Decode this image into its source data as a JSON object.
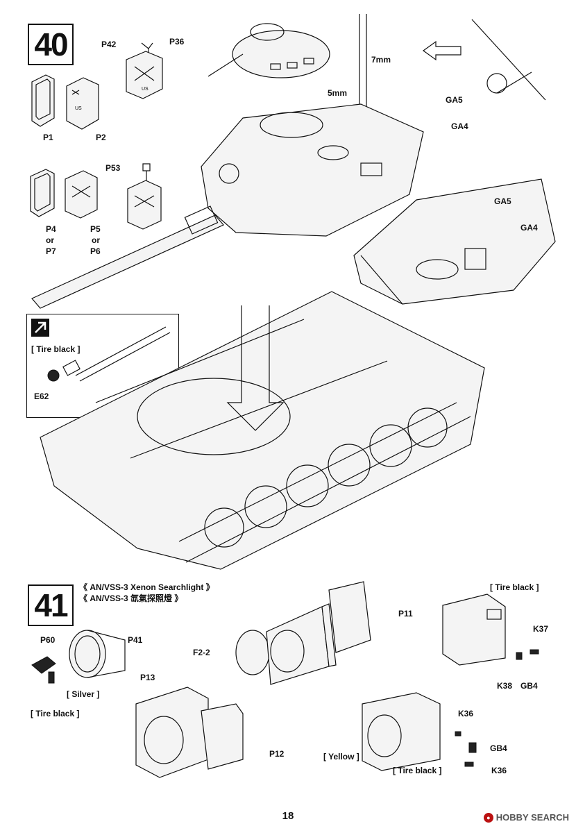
{
  "page_number": "18",
  "watermark": "HOBBY SEARCH",
  "step40": {
    "number": "40",
    "labels": {
      "p1": "P1",
      "p2": "P2",
      "p4": "P4",
      "or1": "or",
      "p7": "P7",
      "p5": "P5",
      "or2": "or",
      "p6": "P6",
      "p53": "P53",
      "p42": "P42",
      "p36": "P36",
      "ga5_top": "GA5",
      "ga4_top": "GA4",
      "ga5_side": "GA5",
      "ga4_side": "GA4",
      "dim_7mm": "7mm",
      "dim_5mm": "5mm"
    },
    "inset": {
      "paint": "[ Tire black ]",
      "part": "E62"
    },
    "jerrycan_mark": "US"
  },
  "step41": {
    "number": "41",
    "caption_en": "《  AN/VSS-3 Xenon Searchlight  》",
    "caption_zh": "《  AN/VSS-3 氙氣探照燈  》",
    "labels": {
      "p60": "P60",
      "p41": "P41",
      "silver": "[ Silver ]",
      "tire_black_left": "[ Tire black ]",
      "p13": "P13",
      "p12": "P12",
      "f22": "F2-2",
      "p11": "P11",
      "tire_black_right": "[ Tire black ]",
      "k37": "K37",
      "k38": "K38",
      "gb4_top": "GB4",
      "k36_top": "K36",
      "gb4_bottom": "GB4",
      "k36_bottom": "K36",
      "yellow": "[ Yellow ]",
      "tire_black_bottom": "[ Tire black ]"
    }
  },
  "colors": {
    "ink": "#111111",
    "paper": "#ffffff",
    "watermark_red": "#bb1111"
  }
}
